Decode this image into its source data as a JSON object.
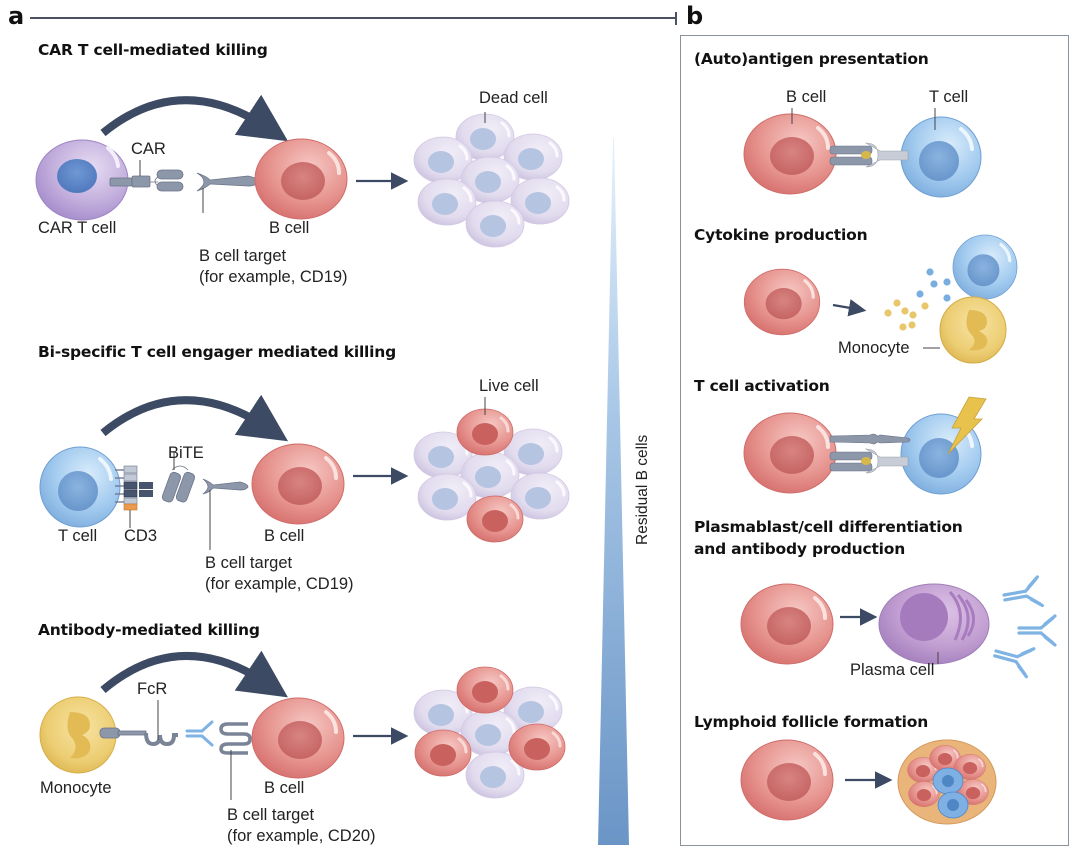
{
  "panel_a": {
    "letter": "a",
    "sections": [
      {
        "heading": "CAR T cell-mediated killing",
        "effector_label": "CAR T cell",
        "receptor_label": "CAR",
        "target_label": "B cell",
        "target_antigen_label": "B cell target",
        "target_antigen_example": "(for example, CD19)",
        "result_label": "Dead cell"
      },
      {
        "heading": "Bi-specific T cell engager mediated killing",
        "effector_label": "T cell",
        "complex_label": "CD3",
        "receptor_label": "BiTE",
        "target_label": "B cell",
        "target_antigen_label": "B cell target",
        "target_antigen_example": "(for example, CD19)",
        "result_label": "Live cell"
      },
      {
        "heading": "Antibody-mediated killing",
        "effector_label": "Monocyte",
        "receptor_label": "FcR",
        "target_label": "B cell",
        "target_antigen_label": "B cell target",
        "target_antigen_example": "(for example, CD20)"
      }
    ],
    "gradient_label": "Residual B cells"
  },
  "panel_b": {
    "letter": "b",
    "sections": [
      {
        "heading": "(Auto)antigen presentation",
        "label_1": "B cell",
        "label_2": "T cell"
      },
      {
        "heading": "Cytokine production",
        "label_1": "Monocyte"
      },
      {
        "heading": "T cell activation"
      },
      {
        "heading": "Plasmablast/cell differentiation",
        "heading_line2": "and antibody production",
        "label_1": "Plasma cell"
      },
      {
        "heading": "Lymphoid follicle formation"
      }
    ]
  },
  "colors": {
    "b_cell": "#e07a78",
    "t_cell": "#8fbde6",
    "car_t_cell": "#b9a3d6",
    "monocyte": "#ecc96a",
    "dead_cell": "#ddd6ea",
    "plasma_cell": "#b98cc6",
    "arrow": "#3d4a63",
    "gradient_top": "#dfeefb",
    "gradient_bottom": "#6a95c6",
    "follicle": "#e9b57a"
  }
}
